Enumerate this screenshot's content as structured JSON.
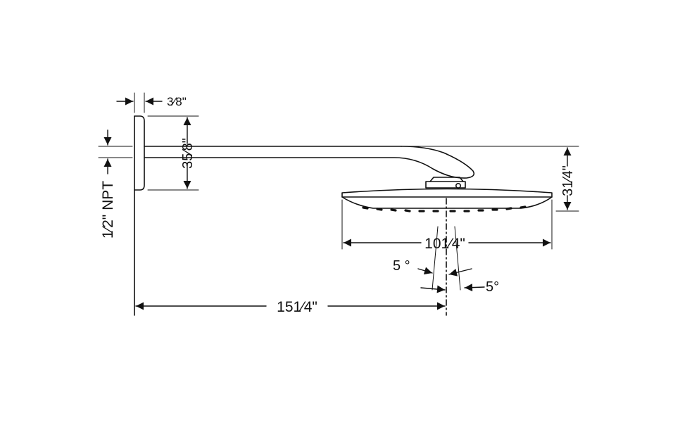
{
  "diagram": {
    "line_color": "#111111",
    "background": "#ffffff",
    "dimensions": {
      "flange_thickness": "3⁄8\"",
      "flange_height": "35⁄8\"",
      "connection": "1⁄2\" NPT",
      "head_height": "31⁄4\"",
      "head_diameter": "101⁄4\"",
      "angle_left": "5 °",
      "angle_right": "5°",
      "arm_reach": "151⁄4\""
    }
  }
}
